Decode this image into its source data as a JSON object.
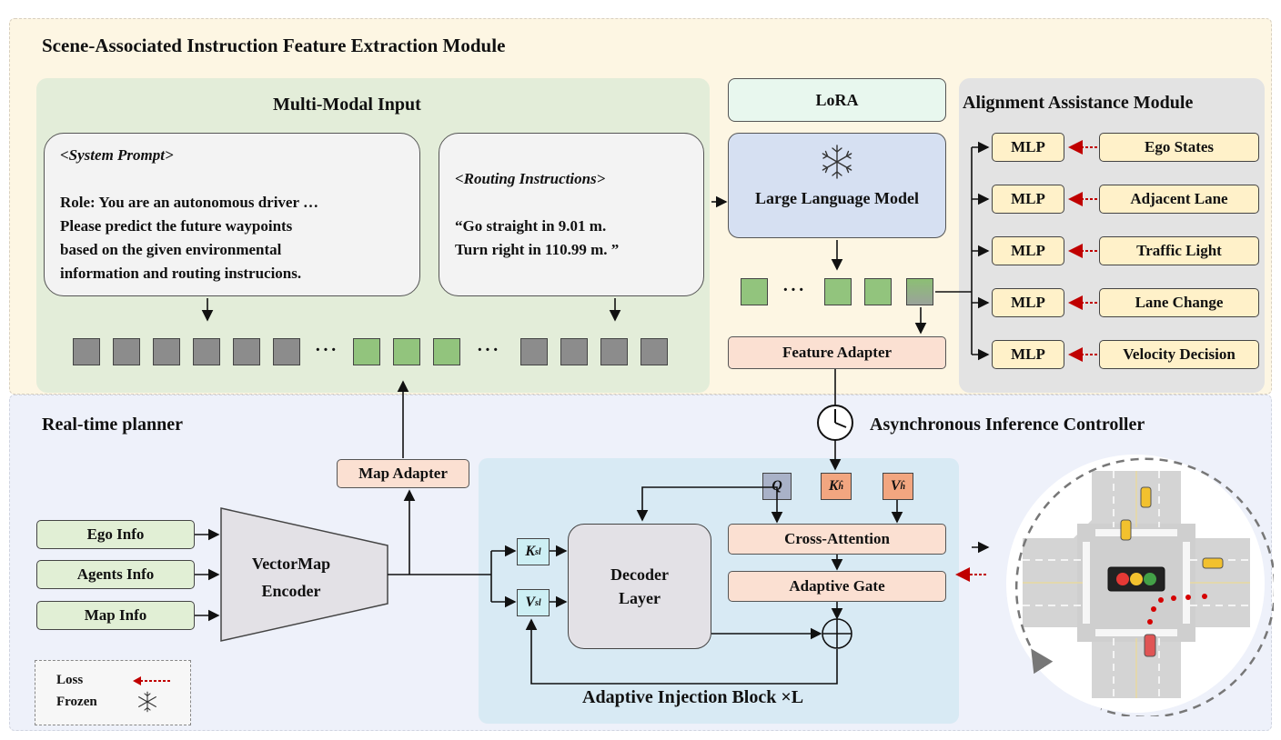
{
  "top_module": {
    "title": "Scene-Associated Instruction Feature Extraction Module",
    "multimodal": {
      "title": "Multi-Modal Input",
      "system_prompt": {
        "heading": "<System Prompt>",
        "lines": [
          "Role: You are an autonomous driver …",
          "Please predict the future waypoints",
          "based on the given environmental",
          "information and routing instrucions."
        ]
      },
      "routing": {
        "heading": "<Routing Instructions>",
        "lines": [
          "“Go straight in 9.01 m.",
          "Turn right in 110.99 m. ”"
        ]
      },
      "ellipsis": "···"
    },
    "lora": "LoRA",
    "llm": "Large Language Model",
    "feature_adapter": "Feature Adapter",
    "alignment": {
      "title": "Alignment Assistance Module",
      "mlp_label": "MLP",
      "items": [
        "Ego States",
        "Adjacent Lane",
        "Traffic Light",
        "Lane Change",
        "Velocity Decision"
      ]
    }
  },
  "controller": "Asynchronous Inference Controller",
  "bottom_module": {
    "title": "Real-time planner",
    "inputs": [
      "Ego Info",
      "Agents Info",
      "Map Info"
    ],
    "encoder": [
      "VectorMap",
      "Encoder"
    ],
    "map_adapter": "Map Adapter",
    "decoder": [
      "Decoder",
      "Layer"
    ],
    "cross_attention": "Cross-Attention",
    "adaptive_gate": "Adaptive Gate",
    "block_title": "Adaptive Injection Block ×L",
    "q": "Q",
    "k_hat": "K",
    "v_hat": "V",
    "k_s": "K",
    "v_s": "V"
  },
  "legend": {
    "loss": "Loss",
    "frozen": "Frozen"
  },
  "colors": {
    "top_bg": "#fdf6e3",
    "bottom_bg": "#eef1fa",
    "multimodal_bg": "#e3edd9",
    "alignment_bg": "#e3e3e3",
    "llm_bg": "#d6e0f2",
    "loss_arrow": "#c00000",
    "injection_bg": "#d8eaf4"
  }
}
